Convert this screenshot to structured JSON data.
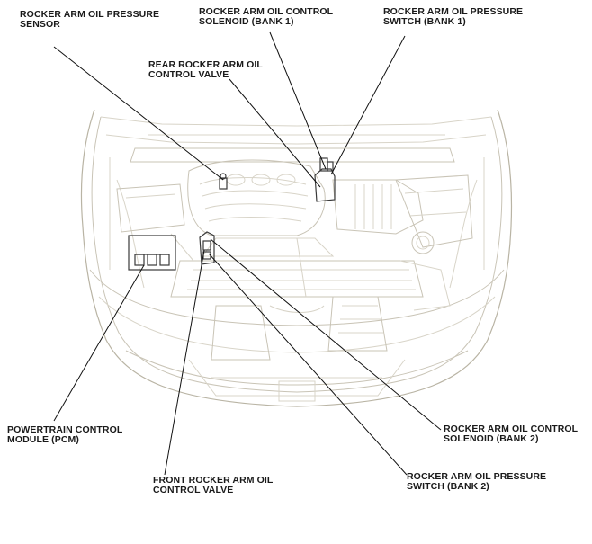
{
  "labels": {
    "rocker_arm_oil_pressure_sensor": [
      "ROCKER ARM OIL PRESSURE",
      "SENSOR"
    ],
    "rocker_arm_oil_control_solenoid_bank1": [
      "ROCKER ARM OIL CONTROL",
      "SOLENOID (BANK 1)"
    ],
    "rocker_arm_oil_pressure_switch_bank1": [
      "ROCKER ARM OIL PRESSURE",
      "SWITCH (BANK 1)"
    ],
    "rear_rocker_arm_oil_control_valve": [
      "REAR ROCKER ARM OIL",
      "CONTROL VALVE"
    ],
    "powertrain_control_module": [
      "POWERTRAIN CONTROL",
      "MODULE (PCM)"
    ],
    "front_rocker_arm_oil_control_valve": [
      "FRONT ROCKER ARM OIL",
      "CONTROL VALVE"
    ],
    "rocker_arm_oil_control_solenoid_bank2": [
      "ROCKER ARM OIL CONTROL",
      "SOLENOID (BANK 2)"
    ],
    "rocker_arm_oil_pressure_switch_bank2": [
      "ROCKER ARM OIL PRESSURE",
      "SWITCH (BANK 2)"
    ]
  }
}
